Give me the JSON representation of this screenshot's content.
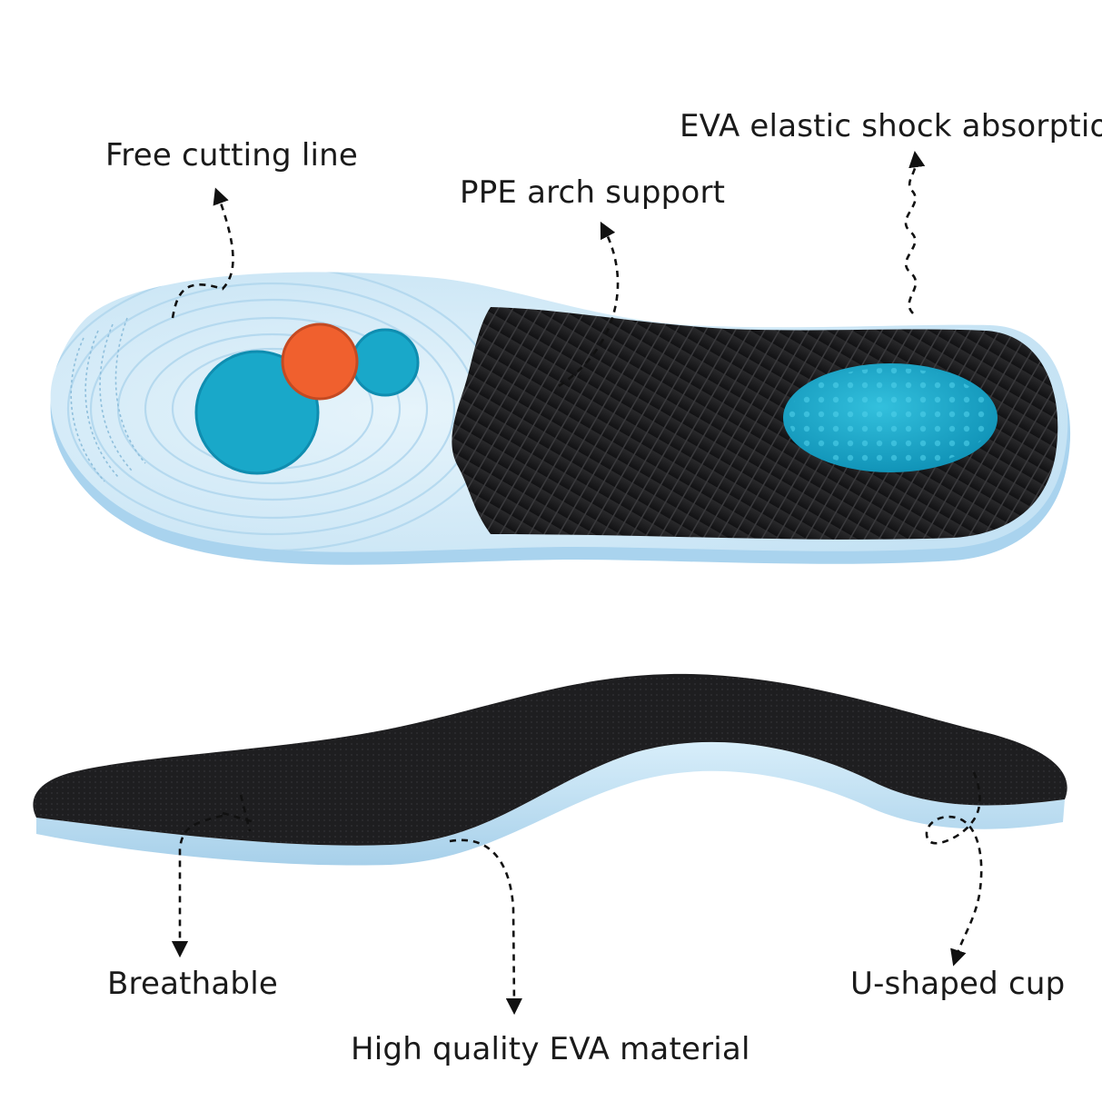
{
  "callouts": {
    "free_cutting_line": "Free cutting line",
    "ppe_arch_support": "PPE arch support",
    "eva_shock_absorption": "EVA elastic shock absorption",
    "breathable": "Breathable",
    "high_quality_eva": "High quality EVA material",
    "u_shaped_cup": "U-shaped cup"
  },
  "colors": {
    "foam_light_blue": "#cfe8f6",
    "foam_edge_blue": "#a9d3ee",
    "fabric_black": "#1c1c1e",
    "gel_teal": "#19a8c9",
    "pad_orange": "#f0602e",
    "text": "#1a1a1a"
  }
}
